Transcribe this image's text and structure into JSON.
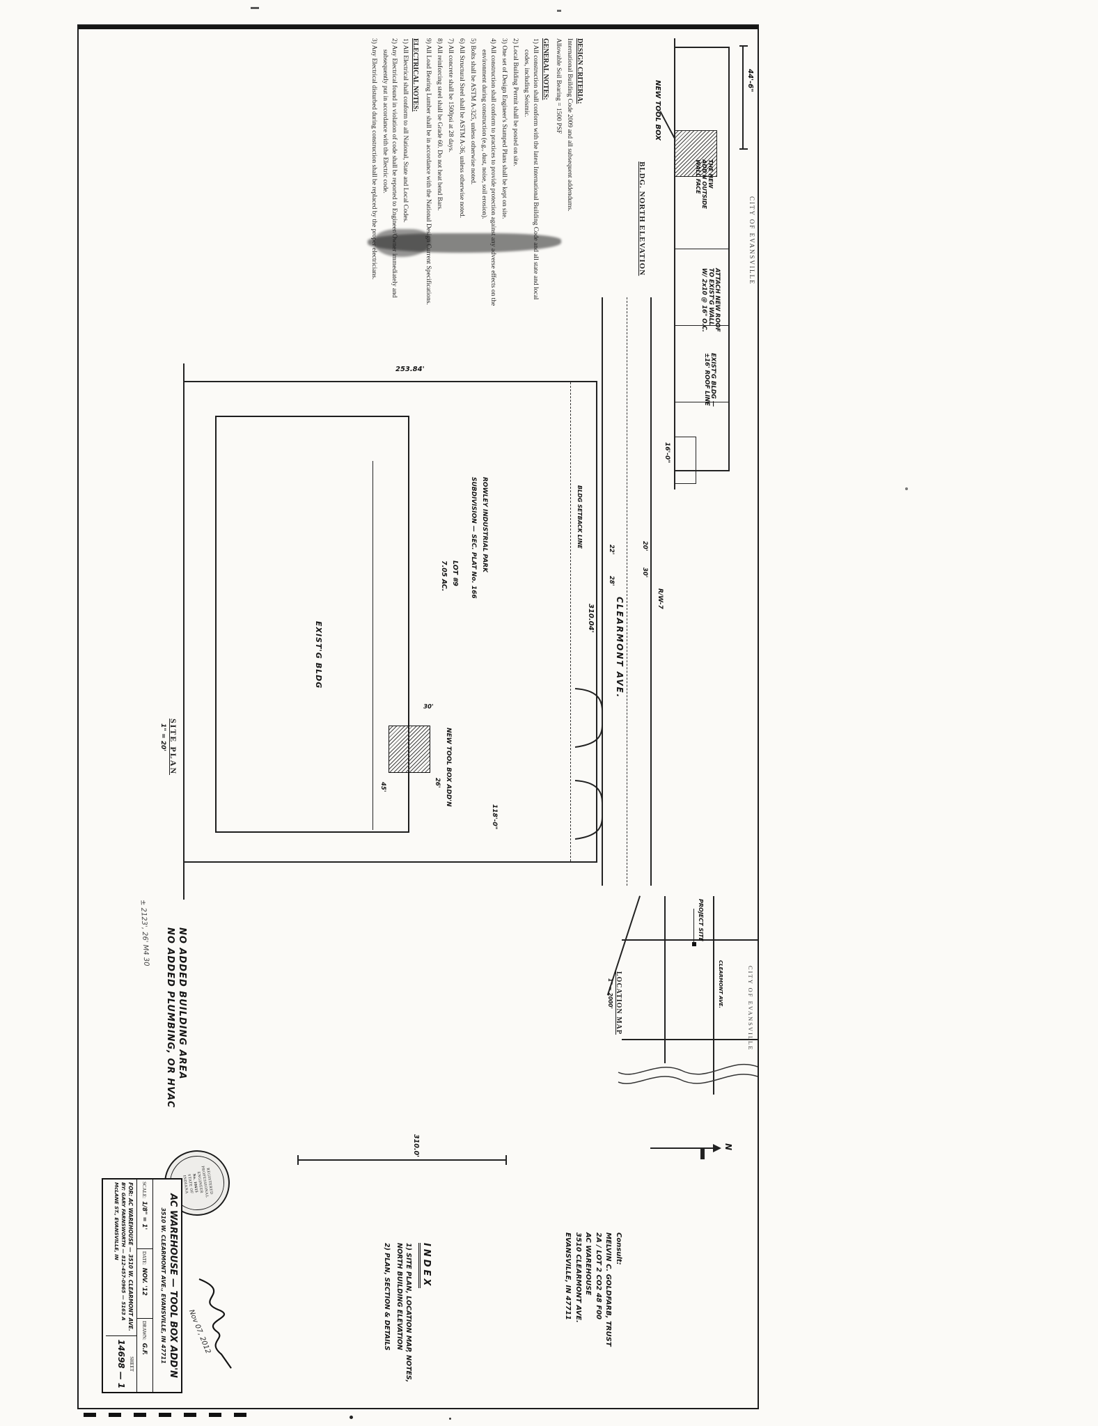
{
  "scan": {
    "city_stamp_top": "CITY OF EVANSVILLE",
    "city_stamp_map": "CITY OF EVANSVILLE"
  },
  "elevation": {
    "dim_left": "44'-6\"",
    "dim_detail": "16'-0\"",
    "title": "BLDG. NORTH ELEVATION",
    "note_new_toolbox": "NEW TOOL BOX",
    "note_outside_wall": "THE NEW ADD'N OUTSIDE WALL FACE",
    "note_attach_roof": "ATTACH NEW ROOF TO EXIST'G WALL W/ 2x10 @ 16\" O.C.",
    "note_exist": "EXIST'G BLDG — ±16' ROOF LINE"
  },
  "notes": {
    "design_criteria": {
      "title": "DESIGN CRITERIA:",
      "line1": "International Building Code 2009 and all subsequent addendums.",
      "line2": "Allowable Soil Bearing  =  1500 PSF"
    },
    "general": {
      "title": "GENERAL NOTES:",
      "items": [
        "1)  All construction shall conform with the latest International Building Code and all state and local codes, including Seismic.",
        "2)  Local Building Permit shall be posted on site.",
        "3)  One set of Design Engineer's Stamped Plans shall be kept on site.",
        "4)  All construction shall conform to practices to provide protection against any adverse effects on the environment during construction (e.g., dust, noise, soil erosion).",
        "5)  Bolts shall be ASTM A-325, unless otherwise noted.",
        "6)  All Structural Steel shall be ASTM A-36, unless otherwise noted.",
        "7)  All concrete shall be 1500psi at 28 days.",
        "8)  All reinforcing steel shall be Grade 60.  Do not heat bend Bars.",
        "9)  All Load Bearing Lumber shall be in accordance with the National Design Current Specifications."
      ]
    },
    "electrical": {
      "title": "ELECTRICAL NOTES:",
      "items": [
        "1)  All Electrical shall conform to all National, State and Local Codes.",
        "2)  Any Electrical found in violation of code shall be reported to Engineer/Owner immediately and subsequently put in accordance with the Electric code.",
        "3)  Any Electrical disturbed during construction shall be replaced by the proper electricians."
      ]
    }
  },
  "site_plan": {
    "street": "CLEARMONT  AVE.",
    "rw": "R/W-7",
    "dim_front": "310.04'",
    "dim_side": "253.84'",
    "dim_east": "310.0'",
    "dim_bldg": "118'-0\"",
    "dim_20": "20'",
    "dim_30": "30'",
    "dim_22": "22'",
    "dim_28": "28'",
    "dim_add_w": "30'",
    "dim_add_d": "26'",
    "dim_45": "45'",
    "subdivision1": "ROWLEY INDUSTRIAL PARK",
    "subdivision2": "SUBDIVISION — SEC. PLAT No. 166",
    "lot": "LOT #9",
    "acreage": "7.05 AC.",
    "exist_bldg": "EXIST'G  BLDG",
    "new_addn": "NEW TOOL BOX ADD'N",
    "setback": "BLDG SETBACK LINE",
    "title": "SITE PLAN",
    "scale": "1\" = 20'"
  },
  "location_map": {
    "title": "LOCATION MAP",
    "scale": "1\" ≈ 2000'",
    "project_site": "PROJECT SITE",
    "road": "CLEARMONT AVE."
  },
  "north": "N",
  "index": {
    "title": "INDEX",
    "item1": "1)  SITE PLAN, LOCATION MAP, NOTES, NORTH BUILDING ELEVATION",
    "item2": "2)  PLAN, SECTION  &  DETAILS"
  },
  "owner": {
    "l1": "Consult:",
    "l2": "MELVIN C. GOLDFARB, TRUST",
    "l3": "2A / LOT 2 CO2 48 F00",
    "l4": "AC WAREHOUSE",
    "l5": "3510 CLEARMONT AVE.",
    "l6": "EVANSVILLE, IN 47711"
  },
  "no_added": {
    "l1": "NO ADDED BUILDING AREA",
    "l2": "NO ADDED PLUMBING, OR HVAC"
  },
  "hand_note": "± 2123', 26'   M4  30",
  "seal": {
    "l1": "REGISTERED",
    "l2": "PROFESSIONAL",
    "l3": "ENGINEER",
    "l4": "No. 10615",
    "l5": "STATE OF",
    "l6": "INDIANA"
  },
  "signature_date": "Nov 07, 2012",
  "title_block": {
    "project": "AC WAREHOUSE — TOOL BOX ADD'N",
    "address": "3510 W. CLEARMONT AVE.,  EVANSVILLE, IN 47711",
    "scale_label": "SCALE:",
    "scale": "1/8\" = 1'",
    "date_label": "DATE:",
    "date": "NOV. '12",
    "drawn_label": "DRAWN:",
    "drawn": "G.F.",
    "for_line": "FOR:  AC WAREHOUSE — 3510 W. CLEARMONT AVE.",
    "by_line": "BY:  GARY FARNSWORTH — 812-457-0965 — 5163 A McLANE ST., EVANSVILLE, IN",
    "sheet_label": "SHEET",
    "sheet_no": "14698 — 1"
  }
}
